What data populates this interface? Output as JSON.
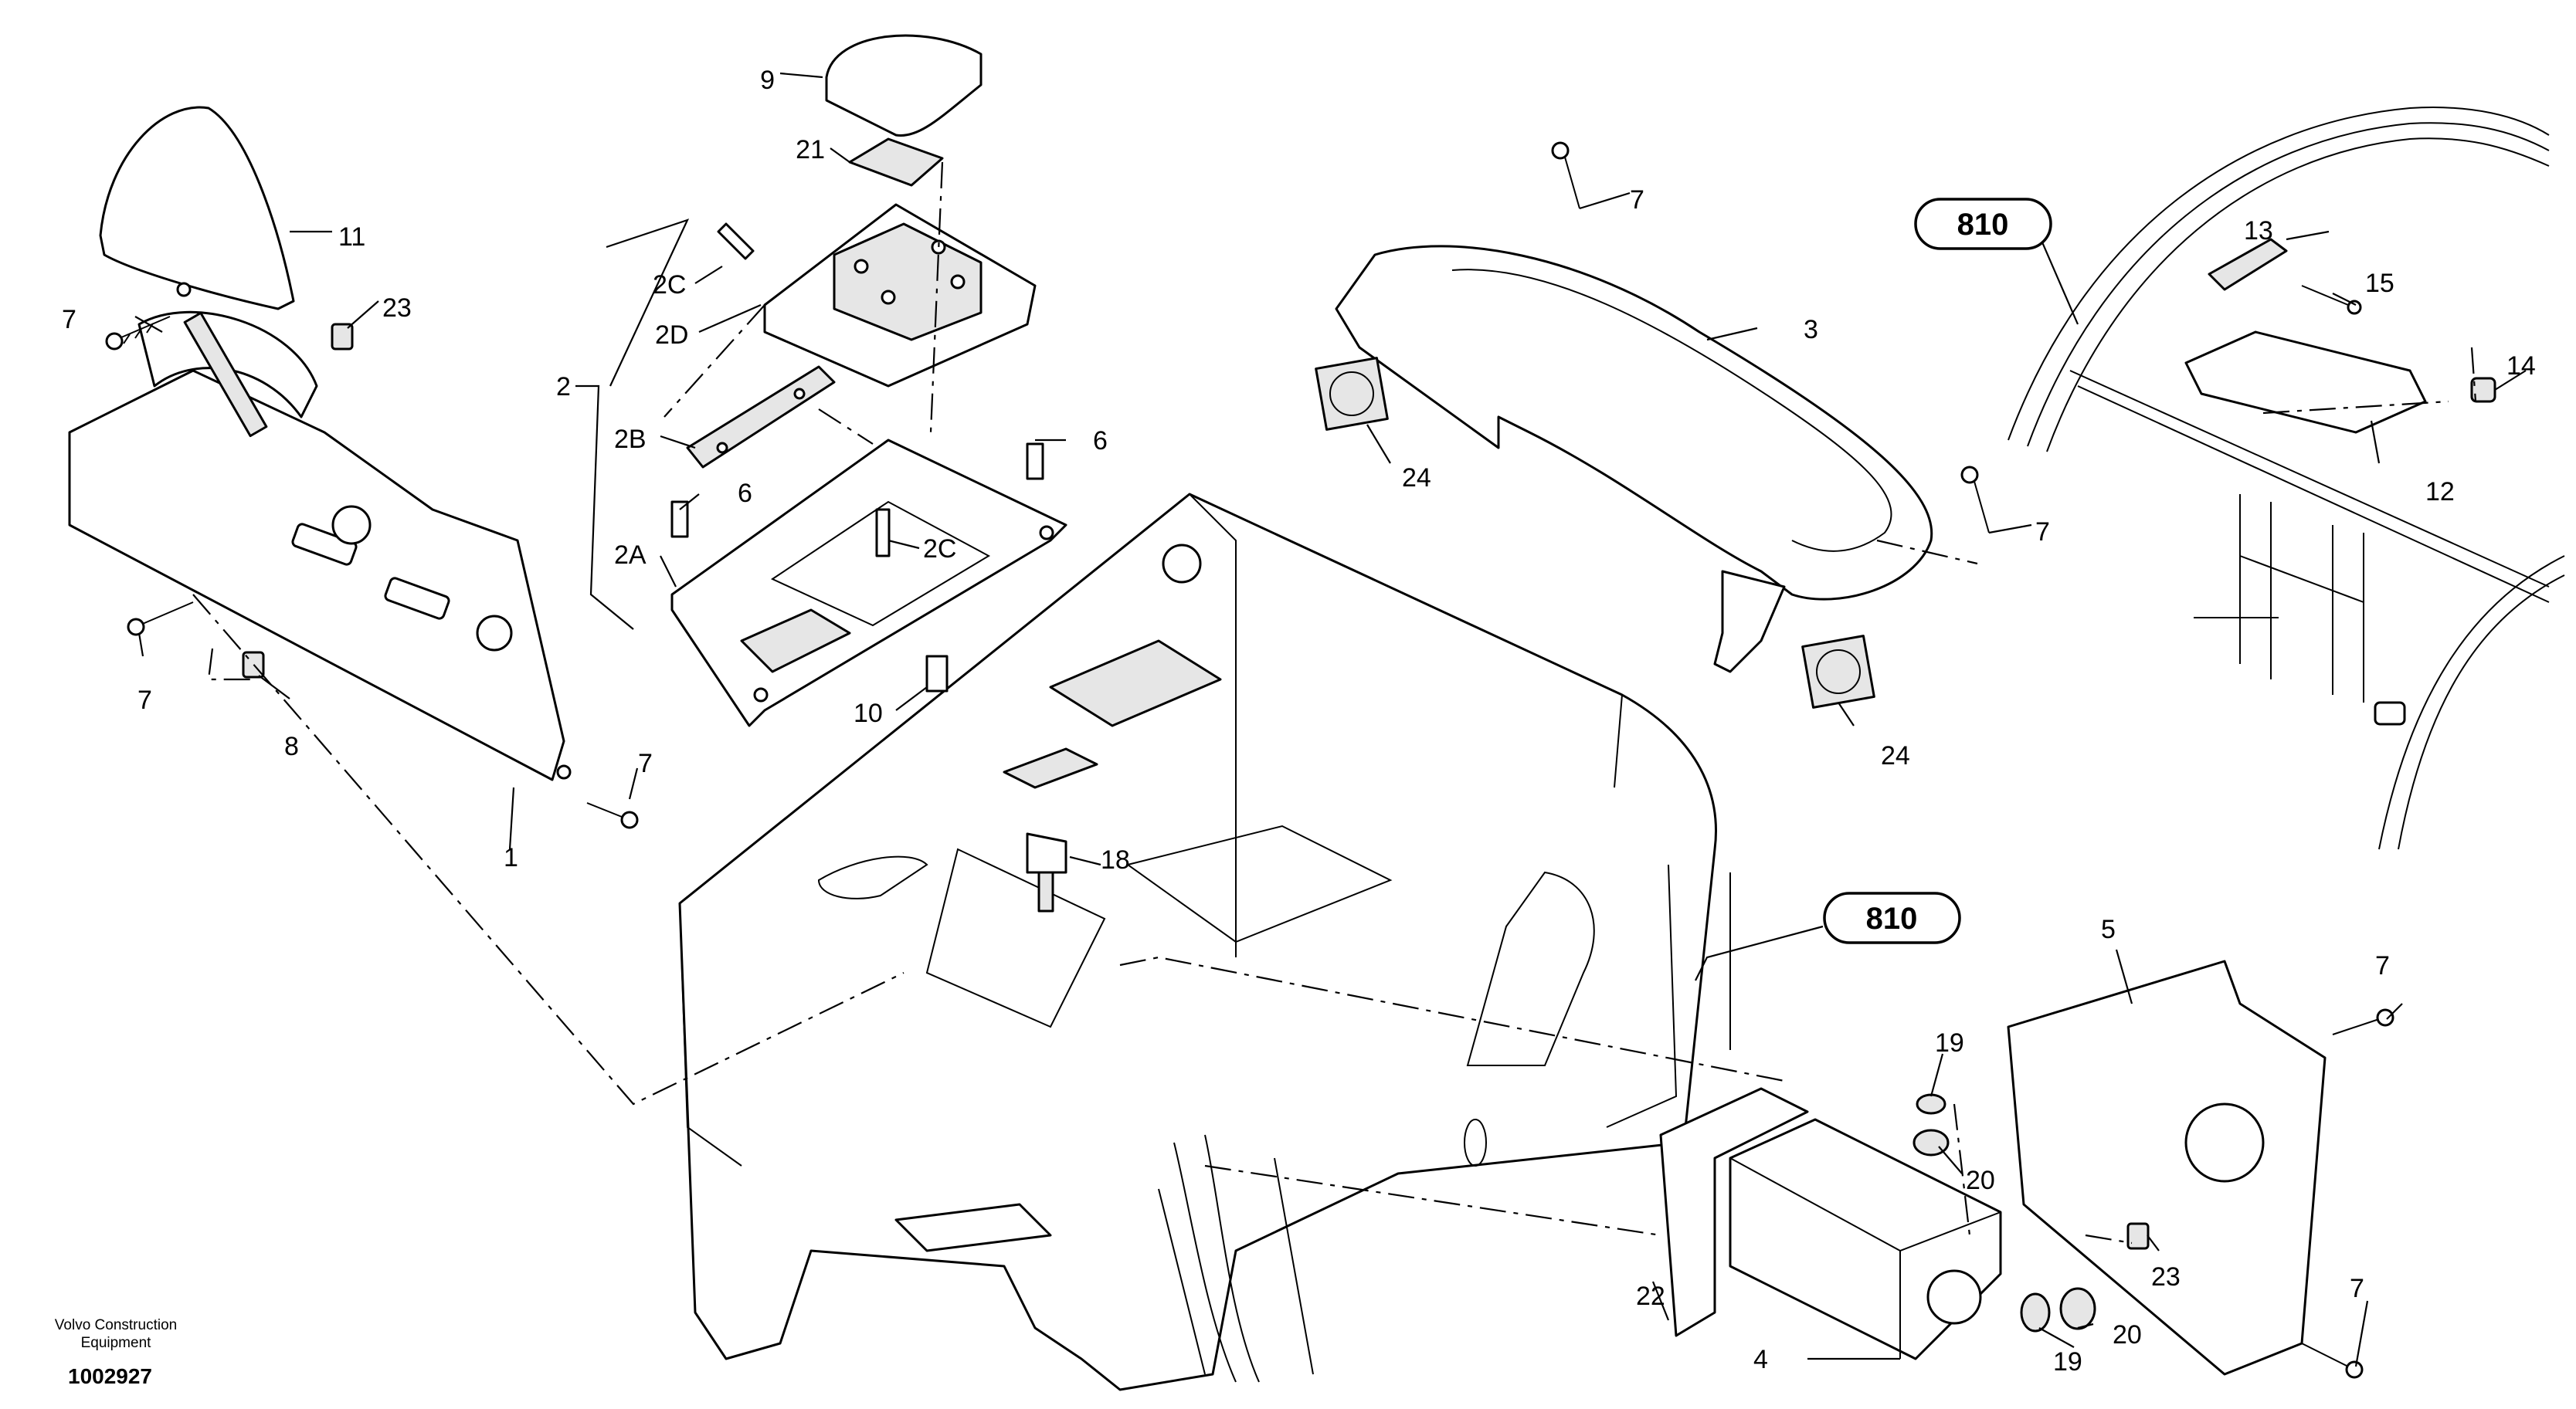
{
  "diagram": {
    "callouts": {
      "c1": "1",
      "c2": "2",
      "c2A": "2A",
      "c2B": "2B",
      "c2C_top": "2C",
      "c2C_mid": "2C",
      "c2D": "2D",
      "c3": "3",
      "c4": "4",
      "c5": "5",
      "c6_right": "6",
      "c6_left": "6",
      "c7_a": "7",
      "c7_b": "7",
      "c7_c": "7",
      "c7_d": "7",
      "c7_e": "7",
      "c7_f": "7",
      "c7_g": "7",
      "c8": "8",
      "c9": "9",
      "c10": "10",
      "c11": "11",
      "c12": "12",
      "c13": "13",
      "c14": "14",
      "c15": "15",
      "c18": "18",
      "c19_top": "19",
      "c19_bottom": "19",
      "c20_top": "20",
      "c20_bottom": "20",
      "c21": "21",
      "c22": "22",
      "c23_left": "23",
      "c23_right": "23",
      "c24_left": "24",
      "c24_right": "24"
    },
    "references": {
      "ref_top": "810",
      "ref_mid": "810"
    }
  },
  "footer": {
    "company_line1": "Volvo Construction",
    "company_line2": "Equipment",
    "drawing_number": "1002927"
  }
}
